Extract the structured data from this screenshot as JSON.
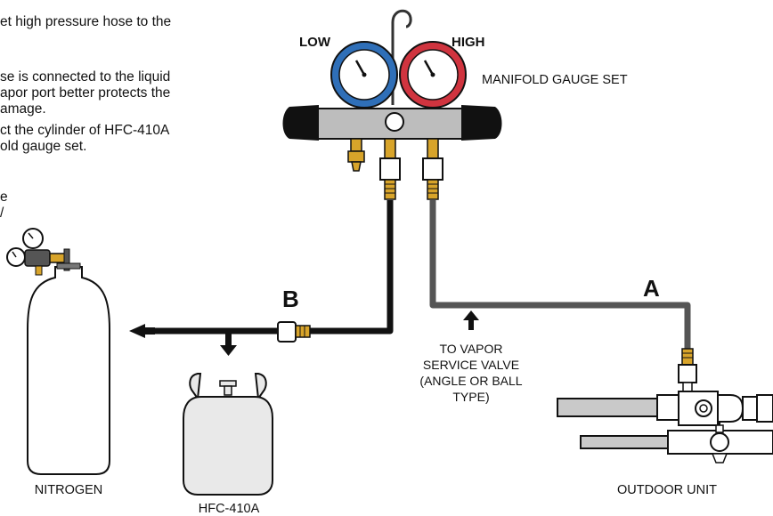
{
  "instructions": [
    "et high pressure hose to the",
    "se is connected to the liquid",
    "apor port better protects the",
    "amage.",
    "ct the cylinder of HFC-410A",
    "old gauge set.",
    "e",
    "/"
  ],
  "labels": {
    "low": "LOW",
    "high": "HIGH",
    "manifold": "MANIFOLD GAUGE SET",
    "marker_a": "A",
    "marker_b": "B",
    "vapor_line1": "TO VAPOR",
    "vapor_line2": "SERVICE VALVE",
    "vapor_line3": "(ANGLE OR BALL",
    "vapor_line4": "TYPE)",
    "nitrogen": "NITROGEN",
    "refrigerant": "HFC-410A",
    "outdoor_unit": "OUTDOOR UNIT"
  },
  "colors": {
    "low_gauge": "#2f6fb8",
    "high_gauge": "#d0343f",
    "hose_black": "#111111",
    "hose_gray": "#555555",
    "brass": "#d8a42a",
    "body_gray": "#bdbdbd"
  }
}
